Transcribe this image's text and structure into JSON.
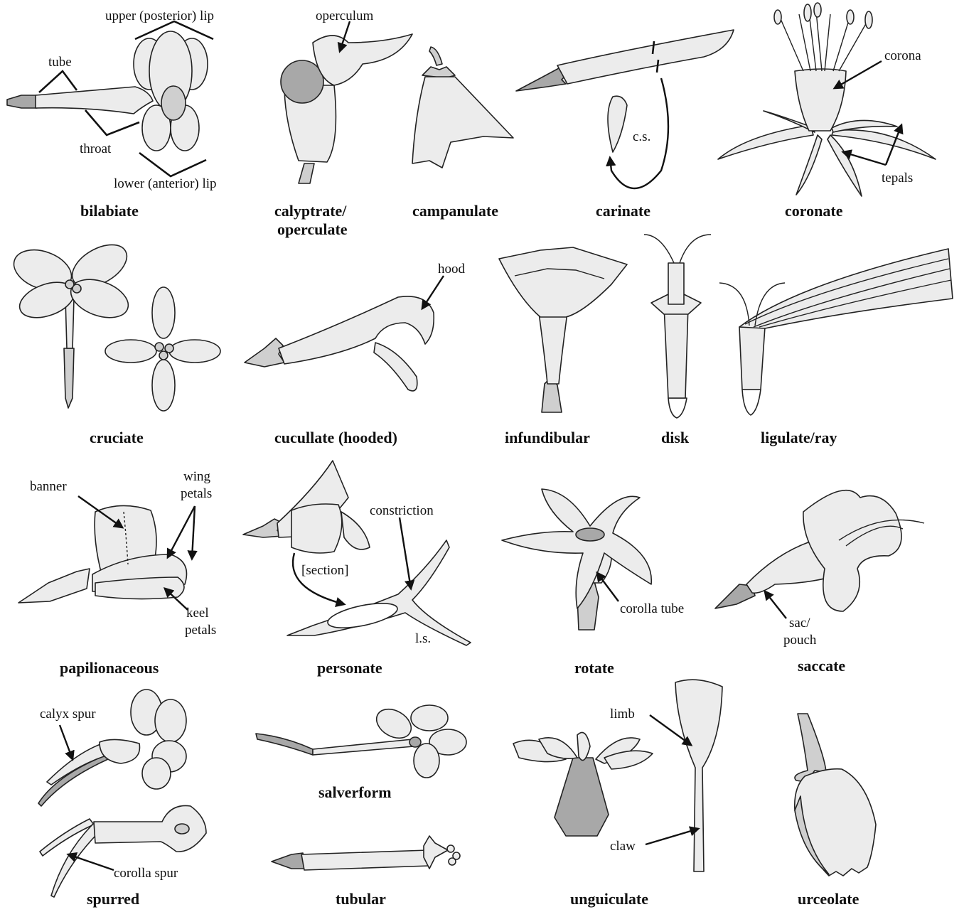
{
  "titles": {
    "bilabiate": "bilabiate",
    "calyptrate_1": "calyptrate/",
    "calyptrate_2": "operculate",
    "campanulate": "campanulate",
    "carinate": "carinate",
    "coronate": "coronate",
    "cruciate": "cruciate",
    "cucullate": "cucullate (hooded)",
    "infundibular": "infundibular",
    "disk": "disk",
    "ligulate": "ligulate/ray",
    "papilionaceous": "papilionaceous",
    "personate": "personate",
    "rotate": "rotate",
    "saccate": "saccate",
    "spurred": "spurred",
    "salverform": "salverform",
    "tubular": "tubular",
    "unguiculate": "unguiculate",
    "urceolate": "urceolate"
  },
  "labels": {
    "upper_lip": "upper (posterior) lip",
    "tube": "tube",
    "throat": "throat",
    "lower_lip": "lower (anterior) lip",
    "operculum": "operculum",
    "cs": "c.s.",
    "corona": "corona",
    "tepals": "tepals",
    "hood": "hood",
    "banner": "banner",
    "wing_1": "wing",
    "wing_2": "petals",
    "keel_1": "keel",
    "keel_2": "petals",
    "constriction": "constriction",
    "section": "[section]",
    "ls": "l.s.",
    "corolla_tube": "corolla tube",
    "sac_1": "sac/",
    "sac_2": "pouch",
    "calyx_spur": "calyx spur",
    "corolla_spur": "corolla spur",
    "limb": "limb",
    "claw": "claw"
  }
}
